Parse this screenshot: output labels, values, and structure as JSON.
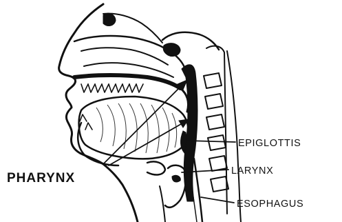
{
  "labels": {
    "pharynx": "PHARYNX",
    "epiglottis": "EPIGLOTTIS",
    "larynx": "LARYNX",
    "esophagus": "ESOPHAGUS"
  },
  "colors": {
    "ink": "#111111",
    "paper": "#ffffff"
  }
}
